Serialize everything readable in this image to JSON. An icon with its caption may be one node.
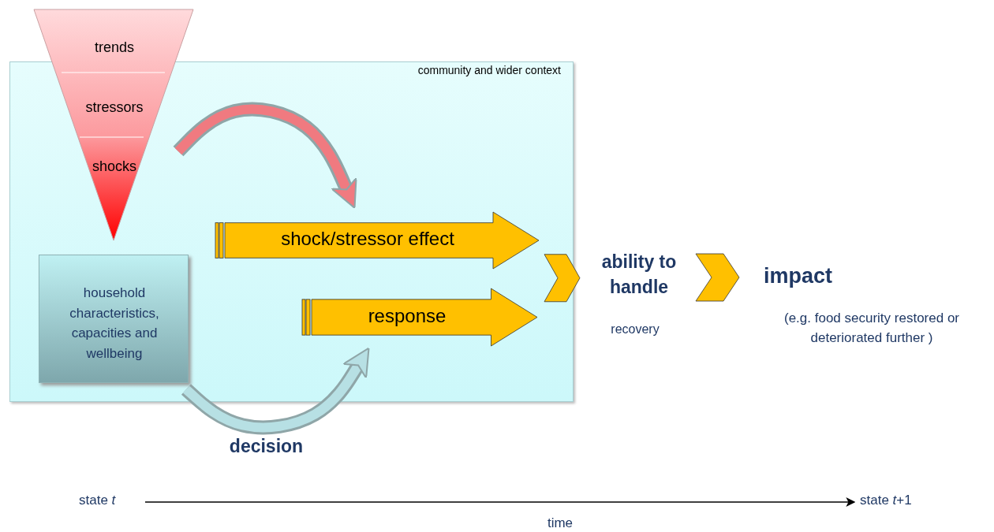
{
  "diagram": {
    "nodes": [
      {
        "text": [
          "community and wider context"
        ]
      },
      {
        "text": [
          "trends",
          "stressors",
          "shocks"
        ]
      },
      {
        "text": [
          "household characteristics, capacities and wellbeing"
        ],
        "in": 0
      },
      {
        "text": [
          "shock/stressor effect"
        ],
        "in": 0
      },
      {
        "text": [
          "response"
        ],
        "in": 0
      },
      {
        "text": [
          "ability to handle"
        ],
        "beside": [
          "recovery"
        ]
      },
      {
        "text": [
          "impact",
          "(e.g. food security restored or deteriorated  further )"
        ]
      },
      {
        "text": [
          "state *t*"
        ]
      },
      {
        "text": [
          "state *t*+1"
        ]
      }
    ],
    "edges": [
      {
        "from": 1,
        "to": 3,
        "arrow": "to",
        "color": "#f07a80"
      },
      {
        "from": 3,
        "to": 5,
        "arrow": "to",
        "color": "#ffc000"
      },
      {
        "from": 4,
        "to": 5,
        "arrow": "to",
        "color": "#ffc000"
      },
      {
        "from": 5,
        "to": 6,
        "arrow": "to",
        "color": "#ffc000"
      },
      {
        "from": 2,
        "to": 4,
        "arrow": "to",
        "label": "decision",
        "color": "#b7e0e4"
      },
      {
        "from": 7,
        "to": 8,
        "arrow": "to",
        "label": "time",
        "color": "#000000"
      }
    ]
  }
}
